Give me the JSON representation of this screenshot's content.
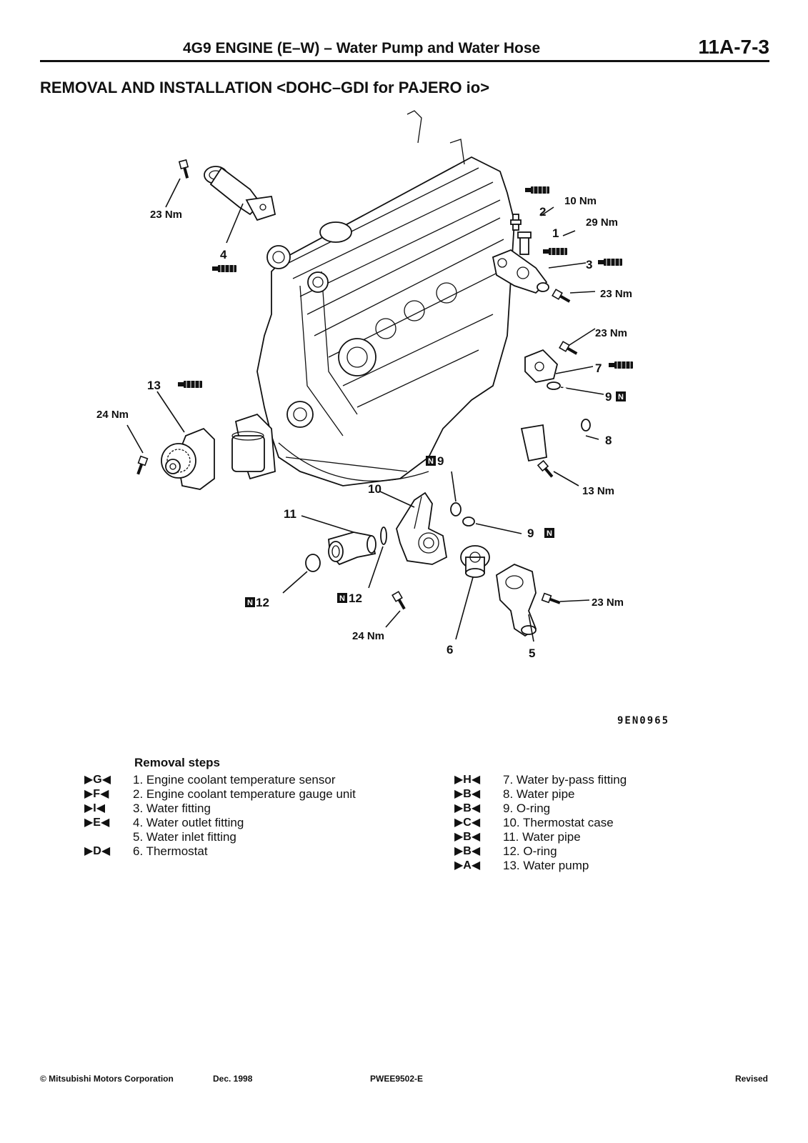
{
  "header": {
    "title": "4G9 ENGINE (E–W) – Water Pump and Water Hose",
    "page_number": "11A-7-3"
  },
  "section_title": "REMOVAL AND INSTALLATION <DOHC–GDI for PAJERO io>",
  "diagram": {
    "figure_code": "9EN0965",
    "callouts": {
      "c1": "1",
      "c2": "2",
      "c3": "3",
      "c4": "4",
      "c5": "5",
      "c6": "6",
      "c7": "7",
      "c8": "8",
      "c9a": "9",
      "c9b": "9",
      "c9c": "9",
      "c10": "10",
      "c11": "11",
      "c12a": "12",
      "c12b": "12",
      "c13": "13"
    },
    "torques": {
      "t_23_outlet": "23 Nm",
      "t_10": "10 Nm",
      "t_29": "29 Nm",
      "t_23_fitting": "23 Nm",
      "t_23_bypass": "23 Nm",
      "t_24_pump": "24 Nm",
      "t_13": "13 Nm",
      "t_23_inlet": "23 Nm",
      "t_24_case": "24 Nm"
    },
    "icons": {
      "sealant": "sealant-tube-icon",
      "new_part": "new-part-n-icon"
    }
  },
  "removal_steps": {
    "title": "Removal steps",
    "left": [
      {
        "mark": "▶G◀",
        "text": "1. Engine coolant temperature sensor"
      },
      {
        "mark": "▶F◀",
        "text": "2. Engine coolant temperature gauge unit"
      },
      {
        "mark": "▶I◀",
        "text": "3. Water fitting"
      },
      {
        "mark": "▶E◀",
        "text": "4. Water outlet fitting"
      },
      {
        "mark": "",
        "text": "5. Water inlet fitting"
      },
      {
        "mark": "▶D◀",
        "text": "6. Thermostat"
      }
    ],
    "right": [
      {
        "mark": "▶H◀",
        "text": "7. Water by-pass fitting"
      },
      {
        "mark": "▶B◀",
        "text": "8. Water pipe"
      },
      {
        "mark": "▶B◀",
        "text": "9. O-ring"
      },
      {
        "mark": "▶C◀",
        "text": "10. Thermostat case"
      },
      {
        "mark": "▶B◀",
        "text": "11. Water pipe"
      },
      {
        "mark": "▶B◀",
        "text": "12. O-ring"
      },
      {
        "mark": "▶A◀",
        "text": "13. Water pump"
      }
    ]
  },
  "footer": {
    "copyright": "© Mitsubishi Motors Corporation",
    "date": "Dec. 1998",
    "doc_code": "PWEE9502-E",
    "status": "Revised"
  }
}
